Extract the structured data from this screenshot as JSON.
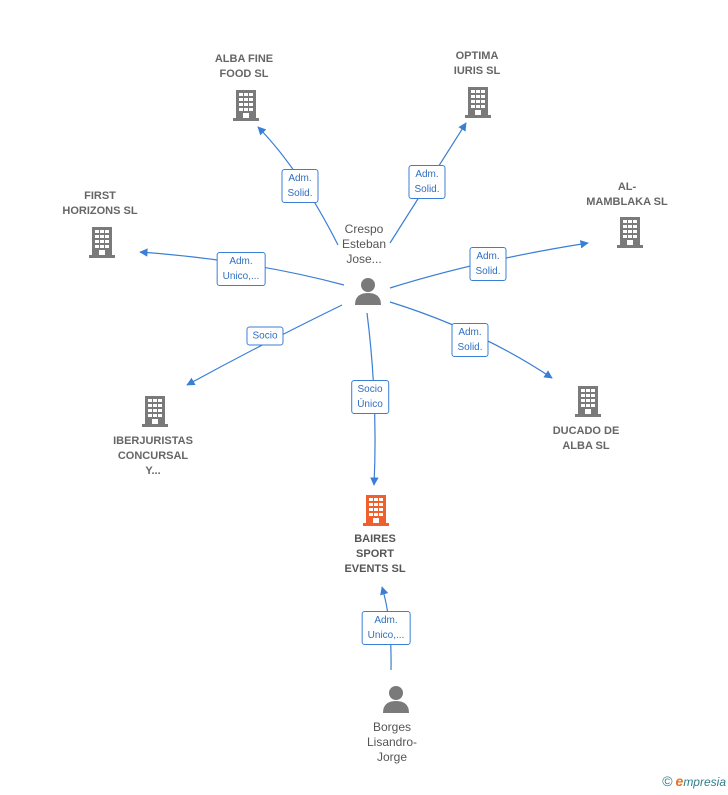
{
  "colors": {
    "edge": "#3a7fd5",
    "company": "#7a7a7a",
    "company_highlight": "#f0602c",
    "person": "#7a7a7a"
  },
  "companies": [
    {
      "id": "alba",
      "label": "ALBA FINE\nFOOD  SL",
      "highlight": false
    },
    {
      "id": "optima",
      "label": "OPTIMA\nIURIS  SL",
      "highlight": false
    },
    {
      "id": "first",
      "label": "FIRST\nHORIZONS  SL",
      "highlight": false
    },
    {
      "id": "almamblaka",
      "label": "AL-\nMAMBLAKA SL",
      "highlight": false
    },
    {
      "id": "iberjuristas",
      "label": "IBERJURISTAS\nCONCURSAL\nY...",
      "highlight": false
    },
    {
      "id": "ducado",
      "label": "DUCADO DE\nALBA SL",
      "highlight": false
    },
    {
      "id": "baires",
      "label": "BAIRES\nSPORT\nEVENTS  SL",
      "highlight": true
    }
  ],
  "persons": [
    {
      "id": "crespo",
      "label": "Crespo\nEsteban\nJose..."
    },
    {
      "id": "borges",
      "label": "Borges\nLisandro-\nJorge"
    }
  ],
  "edges": [
    {
      "id": "e-alba",
      "label": "Adm.\nSolid."
    },
    {
      "id": "e-optima",
      "label": "Adm.\nSolid."
    },
    {
      "id": "e-first",
      "label": "Adm.\nUnico,..."
    },
    {
      "id": "e-almamblaka",
      "label": "Adm.\nSolid."
    },
    {
      "id": "e-iberjuristas",
      "label": "Socio"
    },
    {
      "id": "e-ducado",
      "label": "Adm.\nSolid."
    },
    {
      "id": "e-baires",
      "label": "Socio\nÚnico"
    },
    {
      "id": "e-borges",
      "label": "Adm.\nUnico,..."
    }
  ],
  "footer": {
    "copyright": "©",
    "brand_initial": "e",
    "brand_rest": "mpresia"
  }
}
